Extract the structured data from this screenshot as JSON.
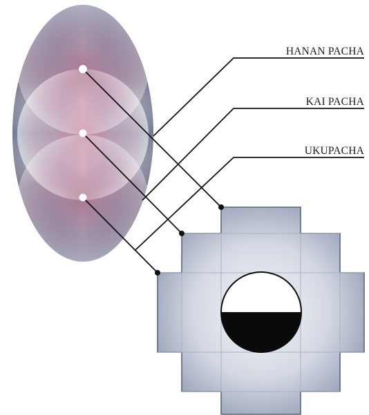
{
  "labels": {
    "hanan": "HANAN PACHA",
    "kai": "KAI PACHA",
    "uku": "UKUPACHA"
  },
  "colors": {
    "ellipse_edge": "#6f7a92",
    "ellipse_center": "#ffffff",
    "circle_core": "#9a3a62",
    "cross_fill": "#d3d8e2",
    "cross_edge": "#7e8aa3",
    "line": "#111111"
  }
}
